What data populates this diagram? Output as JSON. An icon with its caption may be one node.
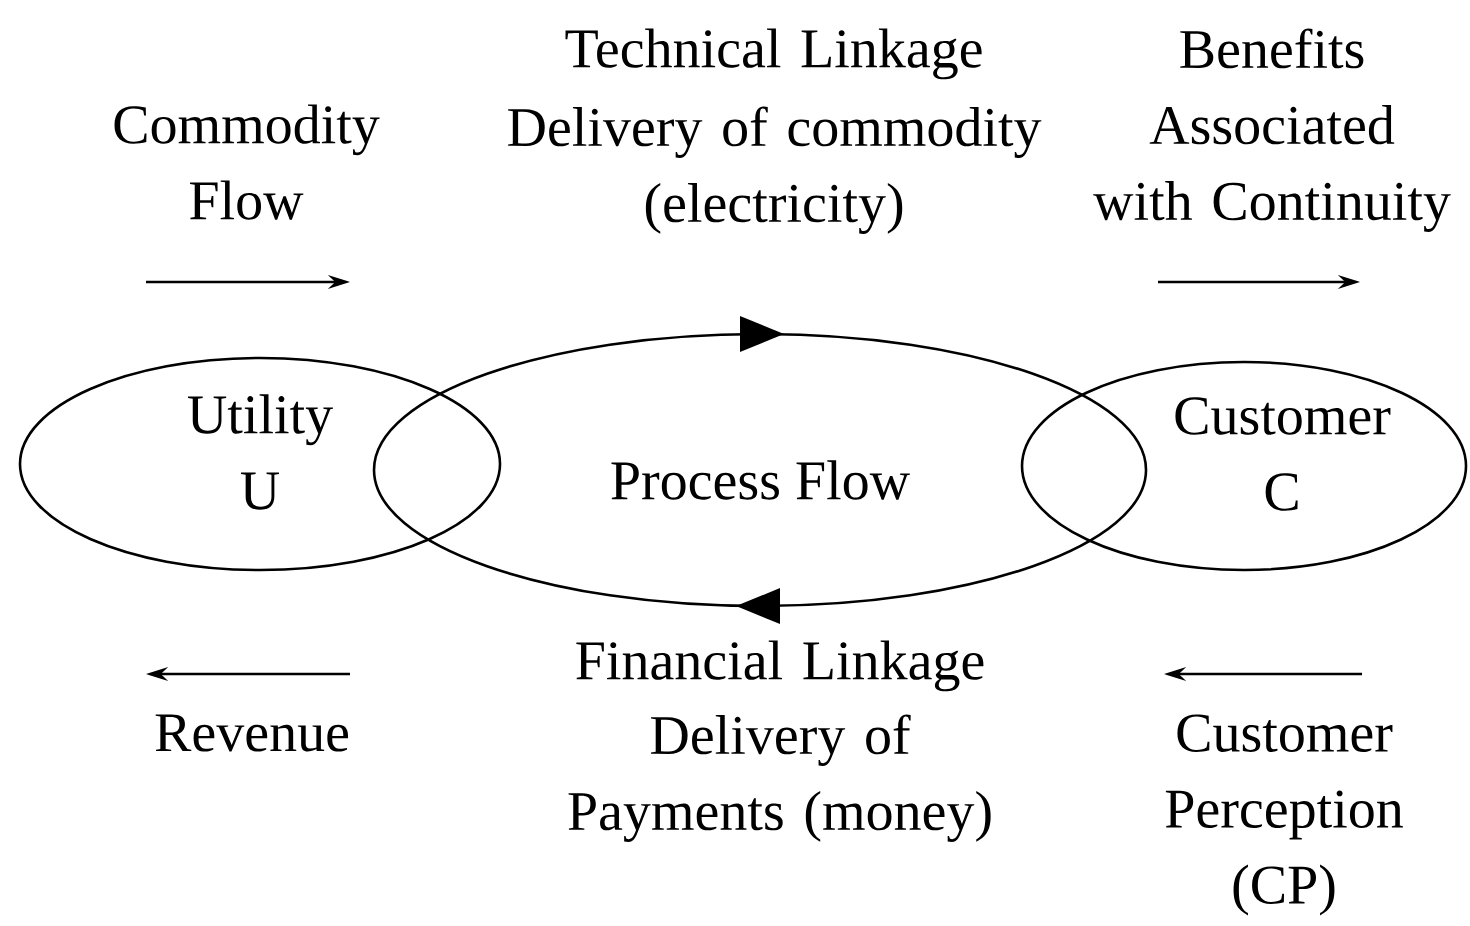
{
  "diagram": {
    "nodes": [
      {
        "text": [
          "Utility",
          "U"
        ]
      },
      {
        "text": [
          "Process Flow"
        ]
      },
      {
        "text": [
          "Customer",
          "C"
        ]
      }
    ],
    "labels": [
      "Technical Linkage",
      "Commodity Flow",
      "Delivery of commodity (electricity)",
      "Benefits Associated with Continuity",
      "Revenue",
      "Financial Linkage",
      "Delivery of Payments (money)",
      "Customer Perception (CP)"
    ]
  }
}
